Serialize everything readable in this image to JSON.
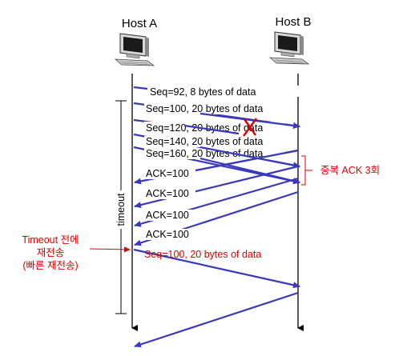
{
  "hosts": {
    "a": {
      "label": "Host A"
    },
    "b": {
      "label": "Host B"
    }
  },
  "segments": [
    {
      "label": "Seq=92, 8 bytes of data"
    },
    {
      "label": "Seq=100, 20 bytes of data"
    },
    {
      "label": "Seq=120, 20 bytes of data",
      "lost": true
    },
    {
      "label": "Seq=140, 20 bytes of data"
    },
    {
      "label": "Seq=160, 20 bytes of data"
    }
  ],
  "acks": [
    {
      "label": "ACK=100"
    },
    {
      "label": "ACK=100"
    },
    {
      "label": "ACK=100"
    },
    {
      "label": "ACK=100"
    }
  ],
  "retransmit": {
    "label": "Seq=100, 20 bytes of data"
  },
  "timeout": {
    "label": "timeout"
  },
  "dup_ack_note": {
    "label": "중복 ACK 3회"
  },
  "fast_retransmit_note": {
    "line1": "Timeout 전에",
    "line2": "재전송",
    "line3": "(빠른 재전송)"
  },
  "colors": {
    "arrow": "#3a3ab8",
    "note": "#e00000",
    "loss_mark": "#e00000"
  },
  "icons": {
    "host": "desktop-computer-icon",
    "loss": "x-mark-icon"
  }
}
